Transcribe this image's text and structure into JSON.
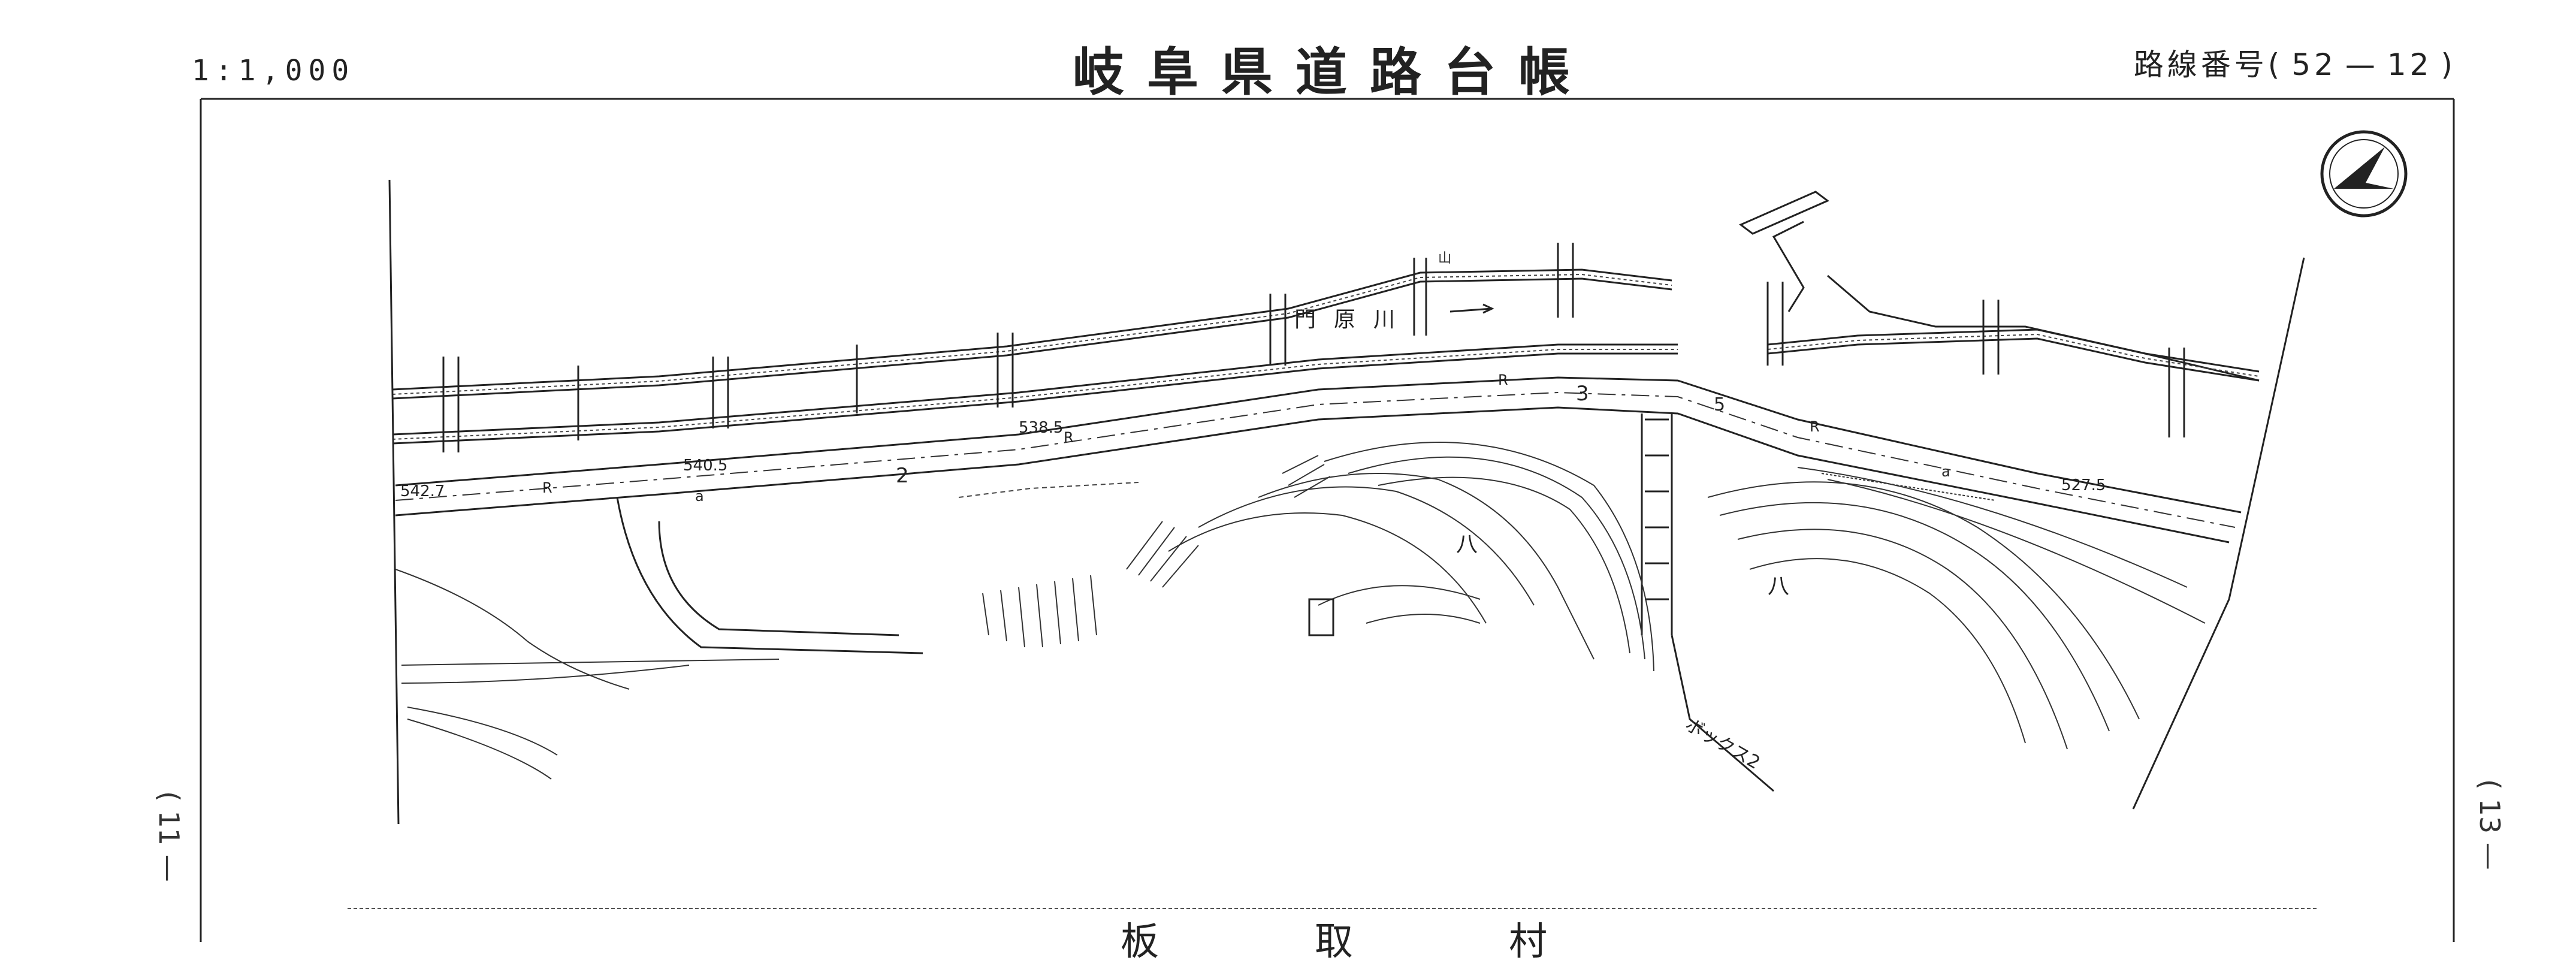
{
  "header": {
    "scale": "1:1,000",
    "title": "岐阜県道路台帳",
    "route_label": "路線番号(",
    "route_number": "52",
    "route_sep": "—",
    "route_sheet": "12",
    "route_close": ")"
  },
  "map": {
    "stream_label": "門原川",
    "elevations": [
      "542.7",
      "540.5",
      "538.5",
      "527.5"
    ],
    "road_marks": [
      "R",
      "a",
      "R",
      "R",
      "R",
      "a"
    ],
    "section_numbers": [
      "2",
      "3",
      "5"
    ],
    "slope_marks": [
      "八",
      "八"
    ],
    "box_culvert": "ボックス2",
    "terrain_mark": "山"
  },
  "sides": {
    "left_sheet": "( 11 —",
    "right_sheet": "( 13 —"
  },
  "footer": {
    "village": "板取村"
  }
}
